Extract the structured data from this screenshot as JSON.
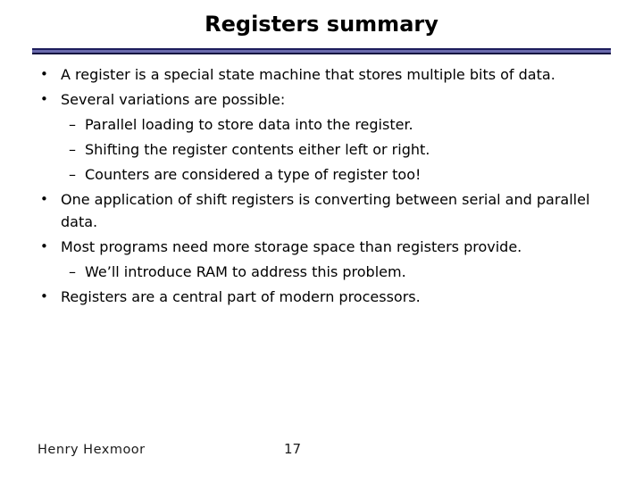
{
  "slide": {
    "title": "Registers summary",
    "bullets": [
      {
        "level": 1,
        "marker": "•",
        "text": "A register is a special state machine that stores multiple bits of data."
      },
      {
        "level": 1,
        "marker": "•",
        "text": "Several variations are possible:"
      },
      {
        "level": 2,
        "marker": "–",
        "text": "Parallel loading to store data into the register."
      },
      {
        "level": 2,
        "marker": "–",
        "text": "Shifting the register contents either left or right."
      },
      {
        "level": 2,
        "marker": "–",
        "text": "Counters are considered a type of register too!"
      },
      {
        "level": 1,
        "marker": "•",
        "text": "One application of shift registers is converting between serial and parallel data."
      },
      {
        "level": 1,
        "marker": "•",
        "text": "Most programs need more storage space than registers provide."
      },
      {
        "level": 2,
        "marker": "–",
        "text": "We’ll introduce RAM to address this problem."
      },
      {
        "level": 1,
        "marker": "•",
        "text": "Registers are a central part of modern processors."
      }
    ],
    "footer": {
      "author": "Henry Hexmoor",
      "page_number": "17"
    },
    "colors": {
      "background": "#ffffff",
      "text": "#000000",
      "rule_fill": "#6a6aad",
      "rule_border_top": "#1d1d5c",
      "rule_border_bottom": "#12123f"
    }
  }
}
